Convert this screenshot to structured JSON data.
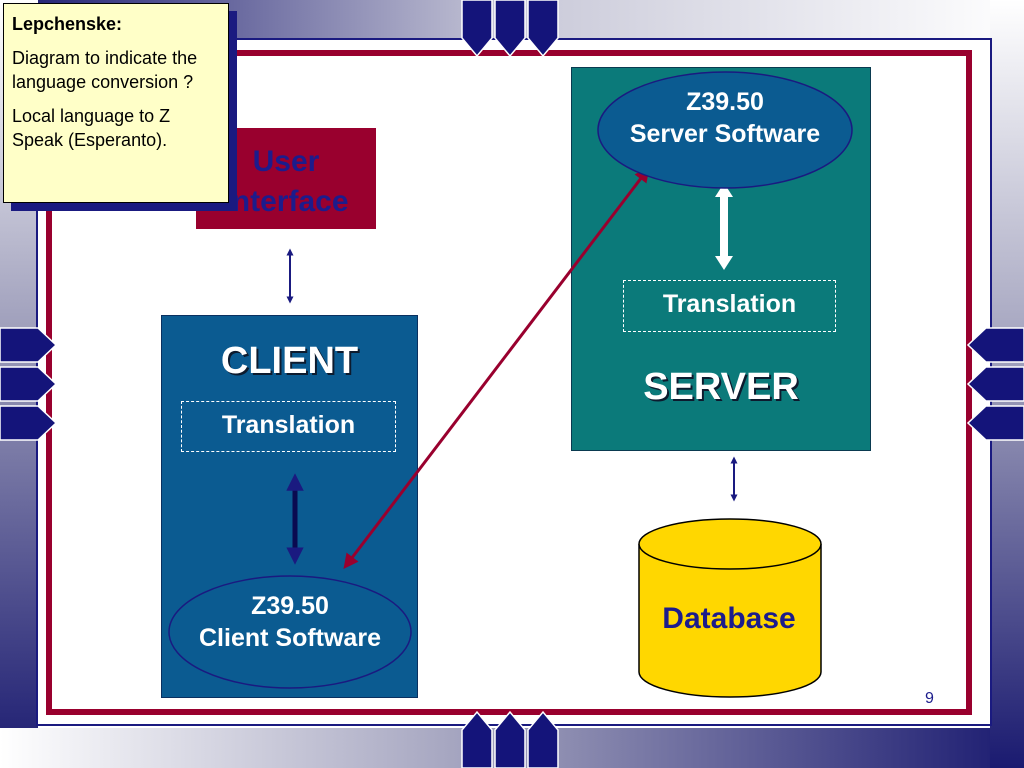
{
  "slide": {
    "page_number": "9"
  },
  "note": {
    "heading": "Lepchenske:",
    "line1": "Diagram to indicate the language conversion ?",
    "line2": "Local language to Z Speak (Esperanto)."
  },
  "diagram": {
    "user_interface": {
      "line1": "User",
      "line2": "Interface"
    },
    "client": {
      "title": "CLIENT",
      "translation": "Translation",
      "software_line1": "Z39.50",
      "software_line2": "Client Software"
    },
    "server": {
      "title": "SERVER",
      "translation": "Translation",
      "software_line1": "Z39.50",
      "software_line2": "Server Software"
    },
    "database": {
      "label": "Database"
    }
  },
  "colors": {
    "frame_red": "#99002e",
    "navy": "#1a1a80",
    "client_blue": "#0b5b91",
    "server_teal": "#0b7a7a",
    "database_yellow": "#ffd700",
    "note_yellow": "#ffffc8"
  }
}
